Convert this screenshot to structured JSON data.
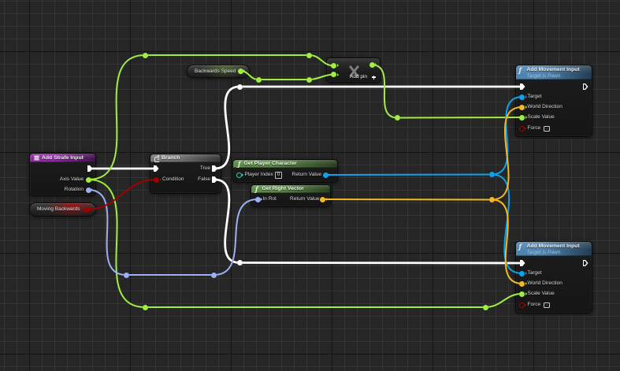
{
  "theme": {
    "canvas_background": "#262626",
    "pin_colors": {
      "exec": "#ffffff",
      "float": "#a0ee42",
      "rotator": "#9db0f6",
      "bool": "#a10000",
      "object": "#0da3ea",
      "vector": "#f2b824",
      "int": "#22d7a6"
    },
    "node_title_colors": {
      "function_entry": "#8e2ca2",
      "flow_control": "#767676",
      "pure_function": "#5b8c47",
      "function_call": "#4f83b0"
    }
  },
  "nodes": {
    "add_strafe_input": {
      "kind": "function_entry",
      "title": "Add Strafe Input",
      "title_icon": "function-entry-icon",
      "pins": {
        "exec_out": {
          "type": "exec",
          "direction": "output",
          "connected": true
        },
        "axis_value": {
          "label": "Axis Value",
          "type": "float",
          "direction": "output",
          "connected": true
        },
        "rotation": {
          "label": "Rotation",
          "type": "rotator",
          "direction": "output",
          "connected": true
        }
      }
    },
    "moving_backwards": {
      "kind": "variable_get",
      "variable_name": "Moving Backwards",
      "pins": {
        "value": {
          "type": "bool",
          "direction": "output",
          "connected": true
        }
      }
    },
    "backwards_speed": {
      "kind": "variable_get",
      "variable_name": "Backwards Speed",
      "pins": {
        "value": {
          "type": "float",
          "direction": "output",
          "connected": true
        }
      }
    },
    "branch": {
      "kind": "flow_control",
      "title": "Branch",
      "title_icon": "branch-icon",
      "pins": {
        "exec_in": {
          "type": "exec",
          "direction": "input",
          "connected": true
        },
        "condition": {
          "label": "Condition",
          "type": "bool",
          "direction": "input",
          "connected": true
        },
        "true": {
          "label": "True",
          "type": "exec",
          "direction": "output",
          "connected": true
        },
        "false": {
          "label": "False",
          "type": "exec",
          "direction": "output",
          "connected": true
        }
      }
    },
    "get_player_character": {
      "kind": "pure_function",
      "title": "Get Player Character",
      "title_icon": "function-icon",
      "pins": {
        "player_index": {
          "label": "Player Index",
          "type": "int",
          "direction": "input",
          "connected": false,
          "default_value": "0"
        },
        "return_value": {
          "label": "Return Value",
          "type": "object",
          "direction": "output",
          "connected": true
        }
      }
    },
    "get_right_vector": {
      "kind": "pure_function",
      "title": "Get Right Vector",
      "title_icon": "function-icon",
      "pins": {
        "in_rot": {
          "label": "In Rot",
          "type": "rotator",
          "direction": "input",
          "connected": true
        },
        "return_value": {
          "label": "Return Value",
          "type": "vector",
          "direction": "output",
          "connected": true
        }
      }
    },
    "multiply": {
      "kind": "operator",
      "operator": "multiply",
      "operator_icon": "multiply-icon",
      "add_pin_label": "Add pin",
      "add_pin_icon": "plus-icon",
      "pins": {
        "a": {
          "type": "float",
          "direction": "input",
          "connected": true
        },
        "b": {
          "type": "float",
          "direction": "input",
          "connected": true
        },
        "result": {
          "type": "float",
          "direction": "output",
          "connected": true
        }
      }
    },
    "add_movement_input_1": {
      "kind": "function_call",
      "title": "Add Movement Input",
      "subtitle": "Target is Pawn",
      "title_icon": "function-icon",
      "pins": {
        "exec_in": {
          "type": "exec",
          "direction": "input",
          "connected": true
        },
        "exec_out": {
          "type": "exec",
          "direction": "output",
          "connected": false
        },
        "target": {
          "label": "Target",
          "type": "object",
          "direction": "input",
          "connected": true
        },
        "world_direction": {
          "label": "World Direction",
          "type": "vector",
          "direction": "input",
          "connected": true
        },
        "scale_value": {
          "label": "Scale Value",
          "type": "float",
          "direction": "input",
          "connected": true
        },
        "force": {
          "label": "Force",
          "type": "bool",
          "direction": "input",
          "connected": false,
          "default_value": false
        }
      }
    },
    "add_movement_input_2": {
      "kind": "function_call",
      "title": "Add Movement Input",
      "subtitle": "Target is Pawn",
      "title_icon": "function-icon",
      "pins": {
        "exec_in": {
          "type": "exec",
          "direction": "input",
          "connected": true
        },
        "exec_out": {
          "type": "exec",
          "direction": "output",
          "connected": false
        },
        "target": {
          "label": "Target",
          "type": "object",
          "direction": "input",
          "connected": true
        },
        "world_direction": {
          "label": "World Direction",
          "type": "vector",
          "direction": "input",
          "connected": true
        },
        "scale_value": {
          "label": "Scale Value",
          "type": "float",
          "direction": "input",
          "connected": true
        },
        "force": {
          "label": "Force",
          "type": "bool",
          "direction": "input",
          "connected": false,
          "default_value": false
        }
      }
    }
  },
  "reroute_nodes": [
    {
      "id": "reroute_1",
      "type": "float"
    },
    {
      "id": "reroute_2",
      "type": "float"
    },
    {
      "id": "reroute_3",
      "type": "float"
    },
    {
      "id": "reroute_4",
      "type": "float"
    },
    {
      "id": "reroute_5",
      "type": "float"
    },
    {
      "id": "reroute_6",
      "type": "exec"
    },
    {
      "id": "reroute_7",
      "type": "exec"
    },
    {
      "id": "reroute_8",
      "type": "object"
    },
    {
      "id": "reroute_9",
      "type": "vector"
    },
    {
      "id": "reroute_10",
      "type": "rotator"
    },
    {
      "id": "reroute_11",
      "type": "rotator"
    },
    {
      "id": "reroute_12",
      "type": "float"
    },
    {
      "id": "reroute_13",
      "type": "float"
    }
  ],
  "connections": [
    {
      "from": "add_strafe_input.exec_out",
      "to": "branch.exec_in",
      "type": "exec"
    },
    {
      "from": "branch.true",
      "to": "reroute_6",
      "type": "exec"
    },
    {
      "from": "reroute_6",
      "to": "add_movement_input_1.exec_in",
      "type": "exec"
    },
    {
      "from": "branch.false",
      "to": "reroute_7",
      "type": "exec"
    },
    {
      "from": "reroute_7",
      "to": "add_movement_input_2.exec_in",
      "type": "exec"
    },
    {
      "from": "add_strafe_input.axis_value",
      "to": "reroute_1",
      "type": "float"
    },
    {
      "from": "reroute_1",
      "to": "reroute_2",
      "type": "float"
    },
    {
      "from": "reroute_2",
      "to": "multiply.a",
      "type": "float"
    },
    {
      "from": "backwards_speed.value",
      "to": "reroute_3",
      "type": "float"
    },
    {
      "from": "reroute_3",
      "to": "reroute_4",
      "type": "float"
    },
    {
      "from": "reroute_4",
      "to": "multiply.b",
      "type": "float"
    },
    {
      "from": "multiply.result",
      "to": "reroute_5",
      "type": "float"
    },
    {
      "from": "reroute_5",
      "to": "add_movement_input_1.scale_value",
      "type": "float"
    },
    {
      "from": "add_strafe_input.axis_value",
      "to": "reroute_12",
      "type": "float"
    },
    {
      "from": "reroute_12",
      "to": "reroute_13",
      "type": "float"
    },
    {
      "from": "reroute_13",
      "to": "add_movement_input_2.scale_value",
      "type": "float"
    },
    {
      "from": "add_strafe_input.rotation",
      "to": "reroute_10",
      "type": "rotator"
    },
    {
      "from": "reroute_10",
      "to": "reroute_11",
      "type": "rotator"
    },
    {
      "from": "reroute_11",
      "to": "get_right_vector.in_rot",
      "type": "rotator"
    },
    {
      "from": "moving_backwards.value",
      "to": "branch.condition",
      "type": "bool"
    },
    {
      "from": "get_player_character.return_value",
      "to": "reroute_8",
      "type": "object"
    },
    {
      "from": "reroute_8",
      "to": "add_movement_input_1.target",
      "type": "object"
    },
    {
      "from": "reroute_8",
      "to": "add_movement_input_2.target",
      "type": "object"
    },
    {
      "from": "get_right_vector.return_value",
      "to": "reroute_9",
      "type": "vector"
    },
    {
      "from": "reroute_9",
      "to": "add_movement_input_1.world_direction",
      "type": "vector"
    },
    {
      "from": "reroute_9",
      "to": "add_movement_input_2.world_direction",
      "type": "vector"
    }
  ]
}
